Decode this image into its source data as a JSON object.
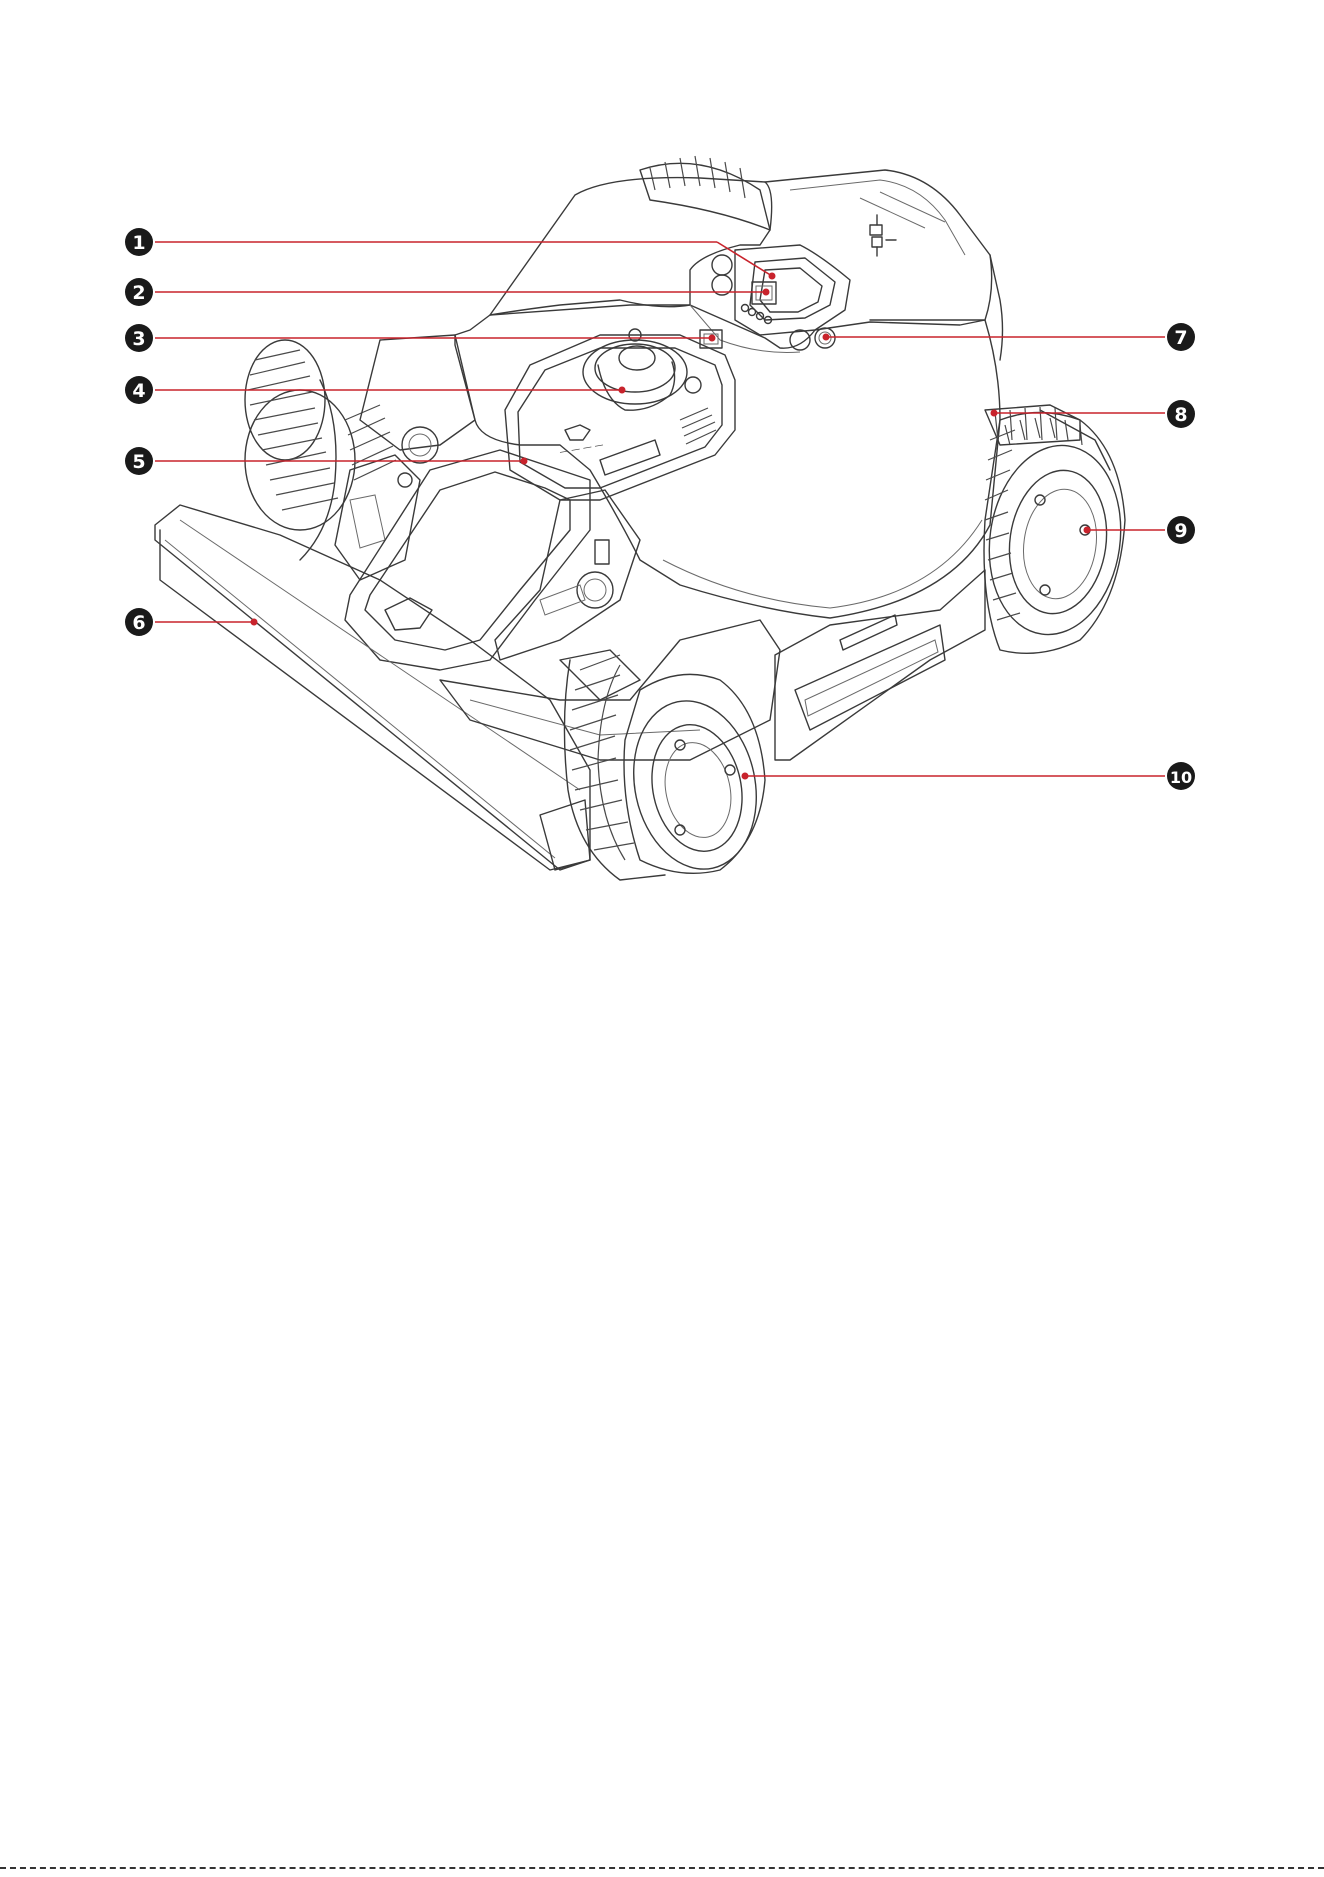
{
  "diagram": {
    "callouts": [
      {
        "id": "callout-1",
        "number": "1"
      },
      {
        "id": "callout-2",
        "number": "2"
      },
      {
        "id": "callout-3",
        "number": "3"
      },
      {
        "id": "callout-4",
        "number": "4"
      },
      {
        "id": "callout-5",
        "number": "5"
      },
      {
        "id": "callout-6",
        "number": "6"
      },
      {
        "id": "callout-7",
        "number": "7"
      },
      {
        "id": "callout-8",
        "number": "8"
      },
      {
        "id": "callout-9",
        "number": "9"
      },
      {
        "id": "callout-10",
        "number": "10"
      }
    ],
    "colors": {
      "callout_line": "#c8232c",
      "badge": "#1a1a1a",
      "line_art": "#3a3a3a"
    },
    "icons": [
      "robot-mower-illustration",
      "gps-antenna-icon",
      "brand-logo-icon"
    ]
  }
}
